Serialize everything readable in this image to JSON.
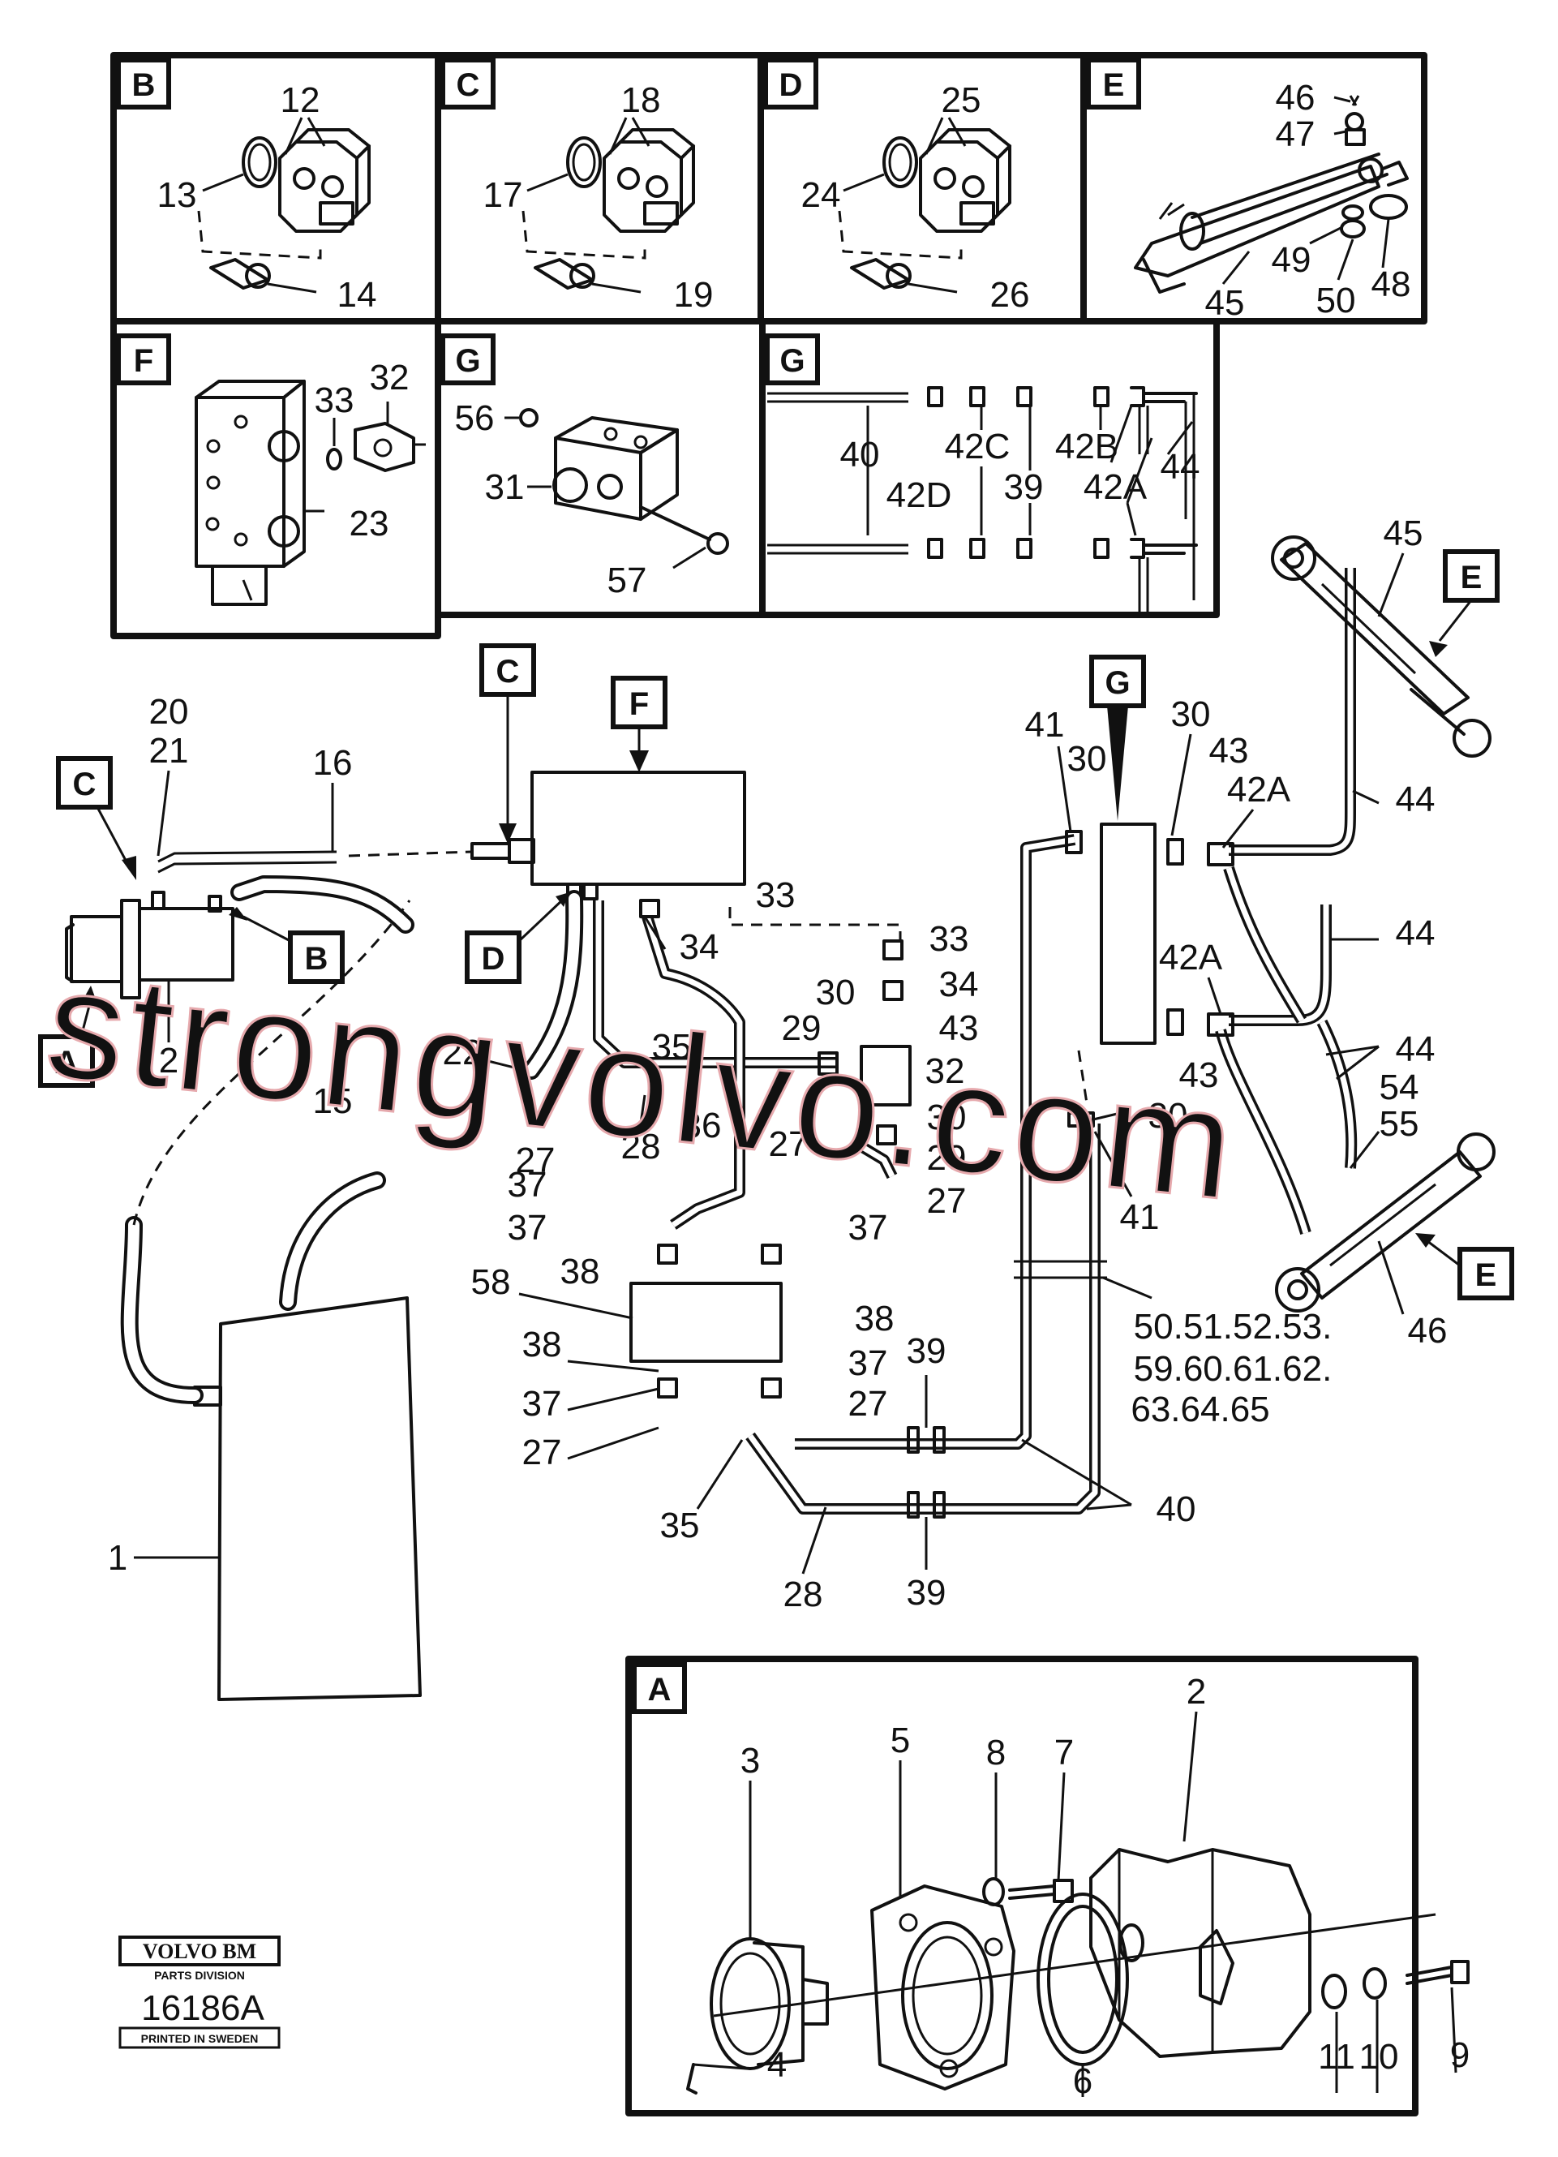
{
  "drawing_number": "16186A",
  "logo": {
    "brand": "VOLVO BM",
    "division": "PARTS DIVISION",
    "printed": "PRINTED IN SWEDEN"
  },
  "watermark": "strongvolvo.com",
  "panels": {
    "B": {
      "tag": "B",
      "labels": [
        "12",
        "13",
        "14"
      ]
    },
    "C": {
      "tag": "C",
      "labels": [
        "18",
        "17",
        "19"
      ]
    },
    "D": {
      "tag": "D",
      "labels": [
        "25",
        "24",
        "26"
      ]
    },
    "E": {
      "tag": "E",
      "labels": [
        "46",
        "47",
        "49",
        "48",
        "50",
        "45"
      ]
    },
    "F": {
      "tag": "F",
      "labels": [
        "33",
        "32",
        "23"
      ]
    },
    "G1": {
      "tag": "G",
      "labels": [
        "56",
        "31",
        "57"
      ]
    },
    "G2": {
      "tag": "G",
      "labels": [
        "40",
        "42C",
        "42B",
        "44",
        "42D",
        "39",
        "42A"
      ]
    },
    "A": {
      "tag": "A",
      "labels": [
        "2",
        "3",
        "5",
        "8",
        "7",
        "4",
        "6",
        "11",
        "10",
        "9"
      ]
    }
  },
  "main": {
    "callout_tags": [
      "C",
      "F",
      "G",
      "E",
      "C",
      "B",
      "D",
      "A",
      "E"
    ],
    "labels": [
      "20",
      "21",
      "16",
      "33",
      "34",
      "33",
      "34",
      "43",
      "30",
      "29",
      "32",
      "35",
      "30",
      "29",
      "27",
      "22",
      "28",
      "36",
      "27",
      "37",
      "38",
      "58",
      "38",
      "38",
      "37",
      "37",
      "37",
      "27",
      "27",
      "39",
      "35",
      "28",
      "39",
      "40",
      "41",
      "30",
      "30",
      "43",
      "42A",
      "42A",
      "43",
      "30",
      "41",
      "44",
      "44",
      "44",
      "54",
      "55",
      "45",
      "46",
      "15",
      "2",
      "1",
      "27",
      "37"
    ],
    "note": [
      "50.51.52.53.",
      "59.60.61.62.",
      "63.64.65"
    ]
  }
}
